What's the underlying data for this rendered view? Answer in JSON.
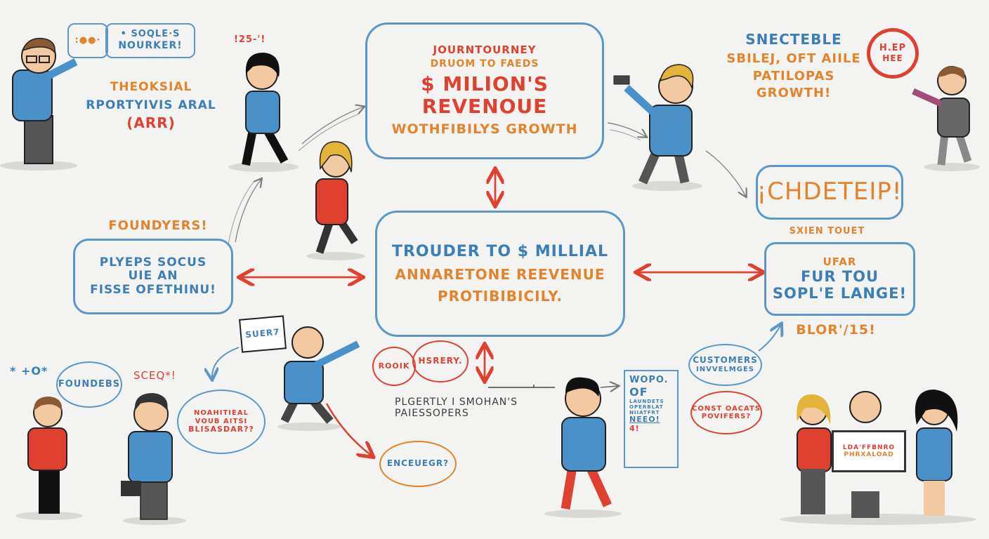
{
  "colors": {
    "blue": "#3b7fb6",
    "orange": "#e3832b",
    "red": "#e0402f",
    "background": "#f3f3f1"
  },
  "top_left": {
    "speech_bubble": {
      "dots": ":●●·",
      "line1": "• SOQLE·S",
      "line2": "NOURKER!"
    },
    "caption": {
      "line1": "THEOKSIAL",
      "line2": "RPORTYIVIS ARAL",
      "line3": "(ARR)"
    }
  },
  "runner_woman": {
    "exclaim": "!25-'!"
  },
  "top_center_box": {
    "line1": "JOURNTOURNEY",
    "line2": "DRUOM TO FAEDS",
    "line3": "$ MILION'S",
    "line4": "REVENOUE",
    "line5": "WOTHFIBILYS GROWTH"
  },
  "top_right": {
    "money_icon": "cash",
    "caption": {
      "line1": "SNECTEBLE",
      "line2": "SBILEJ, OFT AIILE",
      "line3": "PATILOPAS",
      "line4": "GROWTH!"
    },
    "badge": {
      "line1": "H.EP",
      "line2": "HEE"
    }
  },
  "left_mid": {
    "title": "FOUNDYERS!",
    "box": {
      "line1": "PLYEPS SOCUS",
      "line2": "UIE AN",
      "line3": "FISSE OFETHINU!"
    }
  },
  "center_box": {
    "line1": "TROUDER TO $ MILLIAL",
    "line2": "ANNARETONE REEVENUE",
    "line3": "PROTIBIBICILY."
  },
  "right_mid": {
    "bubble": "¡CHDETEIP!",
    "label": "SXIEN TOUET",
    "box": {
      "line1": "UFAR",
      "line2": "FUR TOU",
      "line3": "SOPL'E LANGE!"
    },
    "footer": "BLOR'/15!"
  },
  "bottom_left": {
    "stars": "* +o*",
    "founders_bubble": "FOUNDEBS",
    "exclaim": "SCEQ*!",
    "question_bubble": {
      "line1": "NOAHITIEAL",
      "line2": "VOUB AITSI",
      "line3": "BLISASDAR??"
    }
  },
  "sign_man": {
    "sign": "SUER7"
  },
  "bottom_center": {
    "bubble1": "ROOIK",
    "bubble2": "HSRERY.",
    "caption": {
      "line1": "PLGERTLY I SMOHAN'S",
      "line2": "PAIESSOPERS"
    },
    "bottom_bubble": "ENCEUEGR?"
  },
  "bottom_right": {
    "notepad": {
      "line1": "WOPO.",
      "line2": "OF",
      "line3": "LAUNDETS",
      "line4": "OPERBLAT",
      "line5": "NIIATFRT",
      "line6": "NEEO!",
      "line7": "4!"
    },
    "customers_bubble": {
      "line1": "CUSTOMERS",
      "line2": "INVVELMGES"
    },
    "costs_bubble": {
      "line1": "CONST OACATS",
      "line2": "POVIFERS?"
    }
  },
  "team_board": {
    "line1": "LDA'FFBNRO",
    "line2": "PHRXALOAD"
  }
}
